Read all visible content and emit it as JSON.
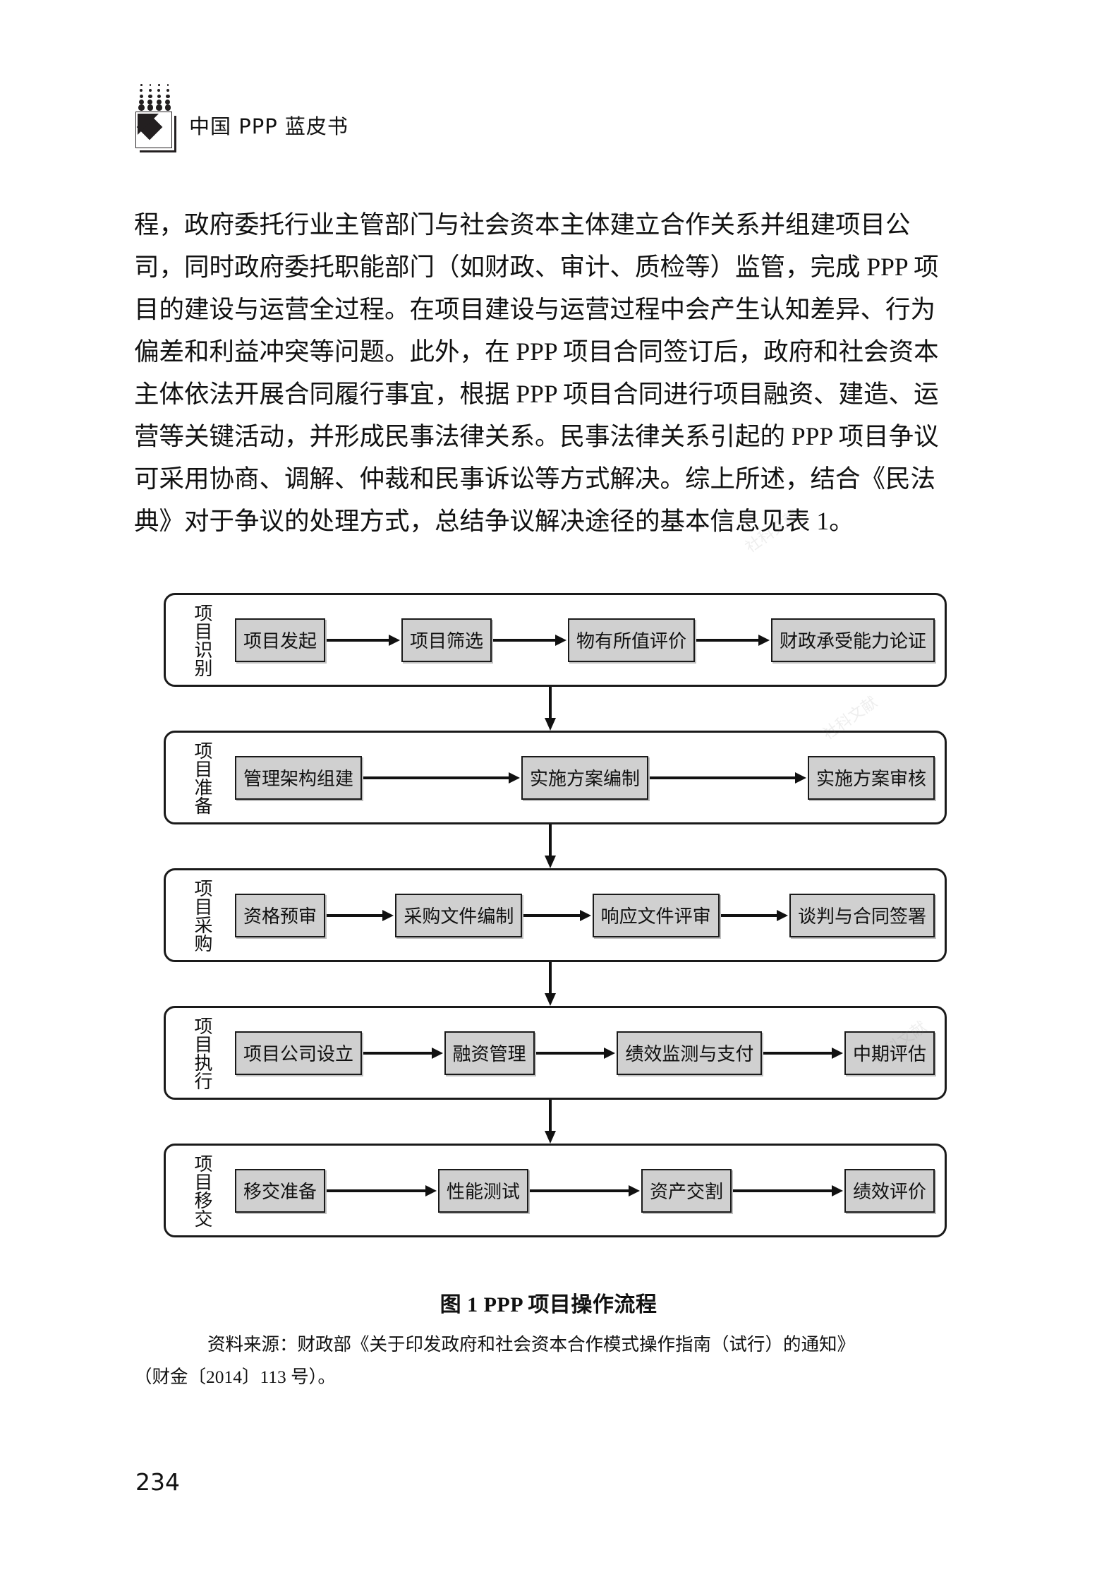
{
  "header": {
    "title": "中国 PPP 蓝皮书",
    "logo_name": "book-page-logo"
  },
  "body": {
    "lines": [
      "程，政府委托行业主管部门与社会资本主体建立合作关系并组建项目公",
      "司，同时政府委托职能部门（如财政、审计、质检等）监管，完成 PPP 项",
      "目的建设与运营全过程。在项目建设与运营过程中会产生认知差异、行为",
      "偏差和利益冲突等问题。此外，在 PPP 项目合同签订后，政府和社会资本",
      "主体依法开展合同履行事宜，根据 PPP 项目合同进行项目融资、建造、运",
      "营等关键活动，并形成民事法律关系。民事法律关系引起的 PPP 项目争议",
      "可采用协商、调解、仲裁和民事诉讼等方式解决。综上所述，结合《民法",
      "典》对于争议的处理方式，总结争议解决途径的基本信息见表 1。"
    ]
  },
  "flowchart": {
    "title": "PPP 项目操作流程",
    "stages": [
      {
        "label": "项目识别",
        "steps": [
          "项目发起",
          "项目筛选",
          "物有所值评价",
          "财政承受能力论证"
        ]
      },
      {
        "label": "项目准备",
        "steps": [
          "管理架构组建",
          "实施方案编制",
          "实施方案审核"
        ]
      },
      {
        "label": "项目采购",
        "steps": [
          "资格预审",
          "采购文件编制",
          "响应文件评审",
          "谈判与合同签署"
        ]
      },
      {
        "label": "项目执行",
        "steps": [
          "项目公司设立",
          "融资管理",
          "绩效监测与支付",
          "中期评估"
        ]
      },
      {
        "label": "项目移交",
        "steps": [
          "移交准备",
          "性能测试",
          "资产交割",
          "绩效评价"
        ]
      }
    ]
  },
  "caption": {
    "text": "图 1  PPP 项目操作流程"
  },
  "source": {
    "line1": "资料来源：财政部《关于印发政府和社会资本合作模式操作指南（试行）的通知》",
    "line2": "（财金〔2014〕113 号）。"
  },
  "footer": {
    "page_number": "234"
  },
  "colors": {
    "box_fill": "#d0d0d0",
    "line": "#1a1a1a",
    "text": "#111111"
  }
}
